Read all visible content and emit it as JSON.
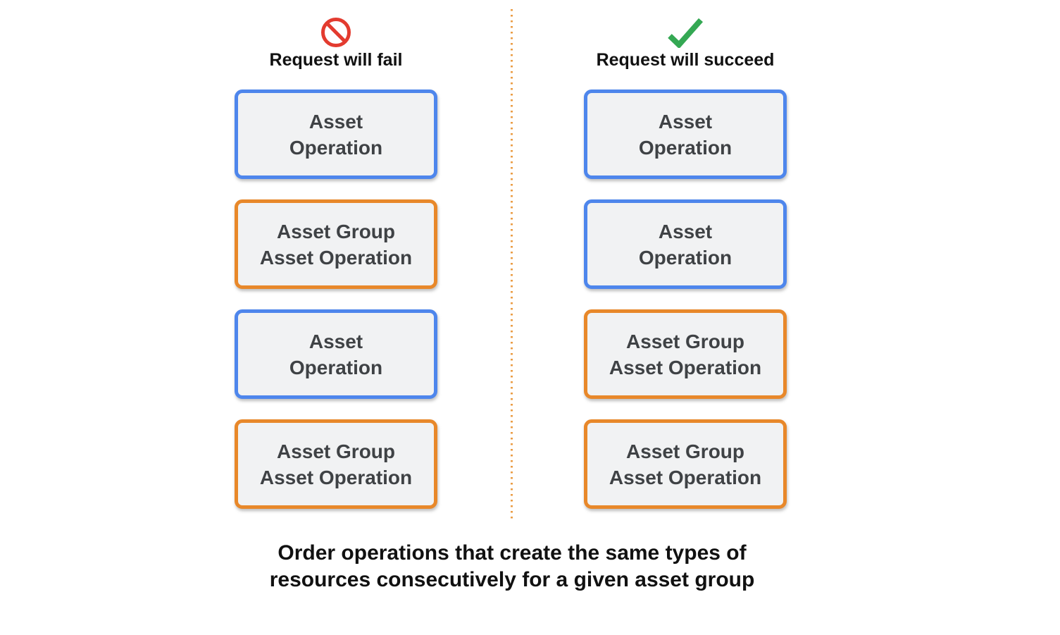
{
  "columns": [
    {
      "title": "Request will fail",
      "icon": "no-entry-icon",
      "boxes": [
        {
          "type": "asset-operation",
          "lines": [
            "Asset",
            "Operation"
          ]
        },
        {
          "type": "asset-group-asset-operation",
          "lines": [
            "Asset Group",
            "Asset Operation"
          ]
        },
        {
          "type": "asset-operation",
          "lines": [
            "Asset",
            "Operation"
          ]
        },
        {
          "type": "asset-group-asset-operation",
          "lines": [
            "Asset Group",
            "Asset Operation"
          ]
        }
      ]
    },
    {
      "title": "Request will succeed",
      "icon": "checkmark-icon",
      "boxes": [
        {
          "type": "asset-operation",
          "lines": [
            "Asset",
            "Operation"
          ]
        },
        {
          "type": "asset-operation",
          "lines": [
            "Asset",
            "Operation"
          ]
        },
        {
          "type": "asset-group-asset-operation",
          "lines": [
            "Asset Group",
            "Asset Operation"
          ]
        },
        {
          "type": "asset-group-asset-operation",
          "lines": [
            "Asset Group",
            "Asset Operation"
          ]
        }
      ]
    }
  ],
  "caption": {
    "lines": [
      "Order operations that create the same types of",
      "resources consecutively for a given asset group"
    ]
  },
  "colors": {
    "blue-border": "#4e86ec",
    "orange-border": "#e8882a",
    "fail-red": "#e33b2f",
    "success-green": "#34a853",
    "box-fill": "#f1f2f3",
    "box-text": "#3f4245",
    "heading-text": "#111111",
    "divider-orange": "#eb9d45"
  }
}
